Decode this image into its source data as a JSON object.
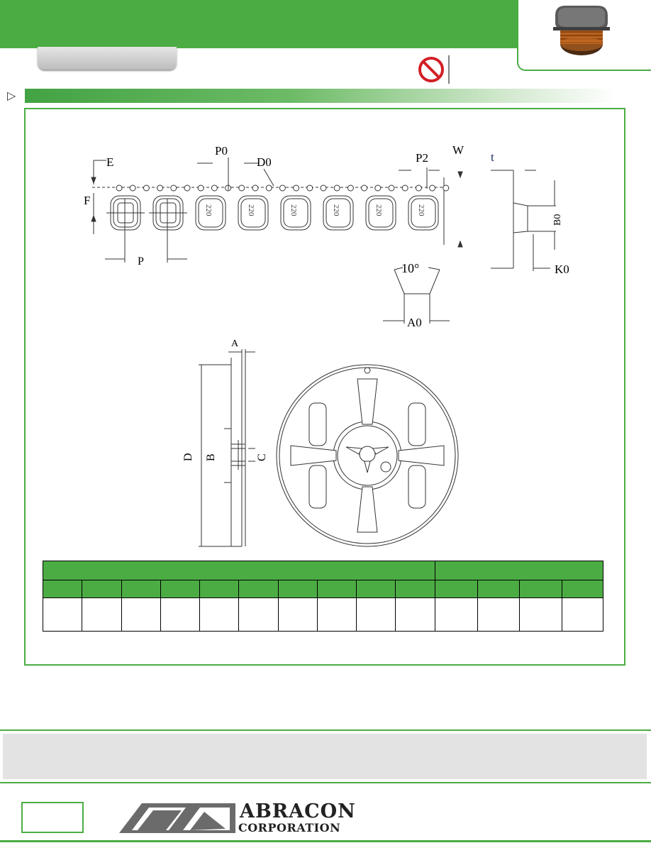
{
  "header": {
    "product_image": "smd-power-inductor",
    "no_entry_icon": "prohibited-icon"
  },
  "section_arrow": "▷",
  "tape_diagram": {
    "labels": {
      "E": "E",
      "F": "F",
      "P0": "P0",
      "D0": "D0",
      "P2": "P2",
      "W": "W",
      "t": "t",
      "P": "P",
      "B0": "B0",
      "K0": "K0",
      "A0": "A0",
      "angle": "10°"
    },
    "part_marking": "220"
  },
  "reel_diagram": {
    "labels": {
      "A": "A",
      "B": "B",
      "C": "C",
      "D": "D"
    }
  },
  "logo": {
    "line1": "ABRACON",
    "line2": "CORPORATION"
  }
}
